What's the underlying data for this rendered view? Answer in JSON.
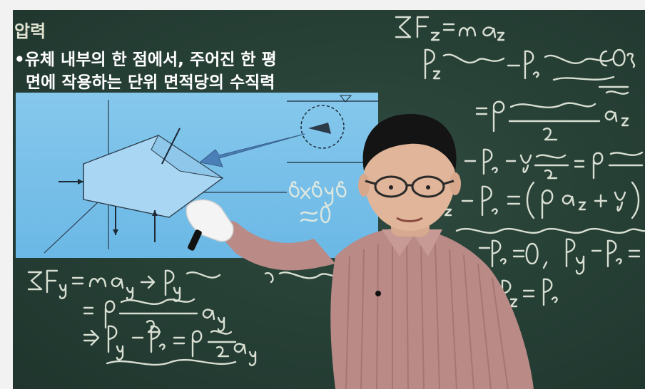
{
  "slide_text": {
    "title": "압력",
    "bullet_line1": "•유체 내부의 한 점에서, 주어진 한 평",
    "bullet_line2": "면에 작용하는 단위 면적당의 수직력"
  },
  "colors": {
    "board": "#263f35",
    "chalk": "#e8ece0",
    "slide_bg": "#75bfe9",
    "title_text": "#dfe3d0",
    "bullet_text": "#ffffff"
  }
}
